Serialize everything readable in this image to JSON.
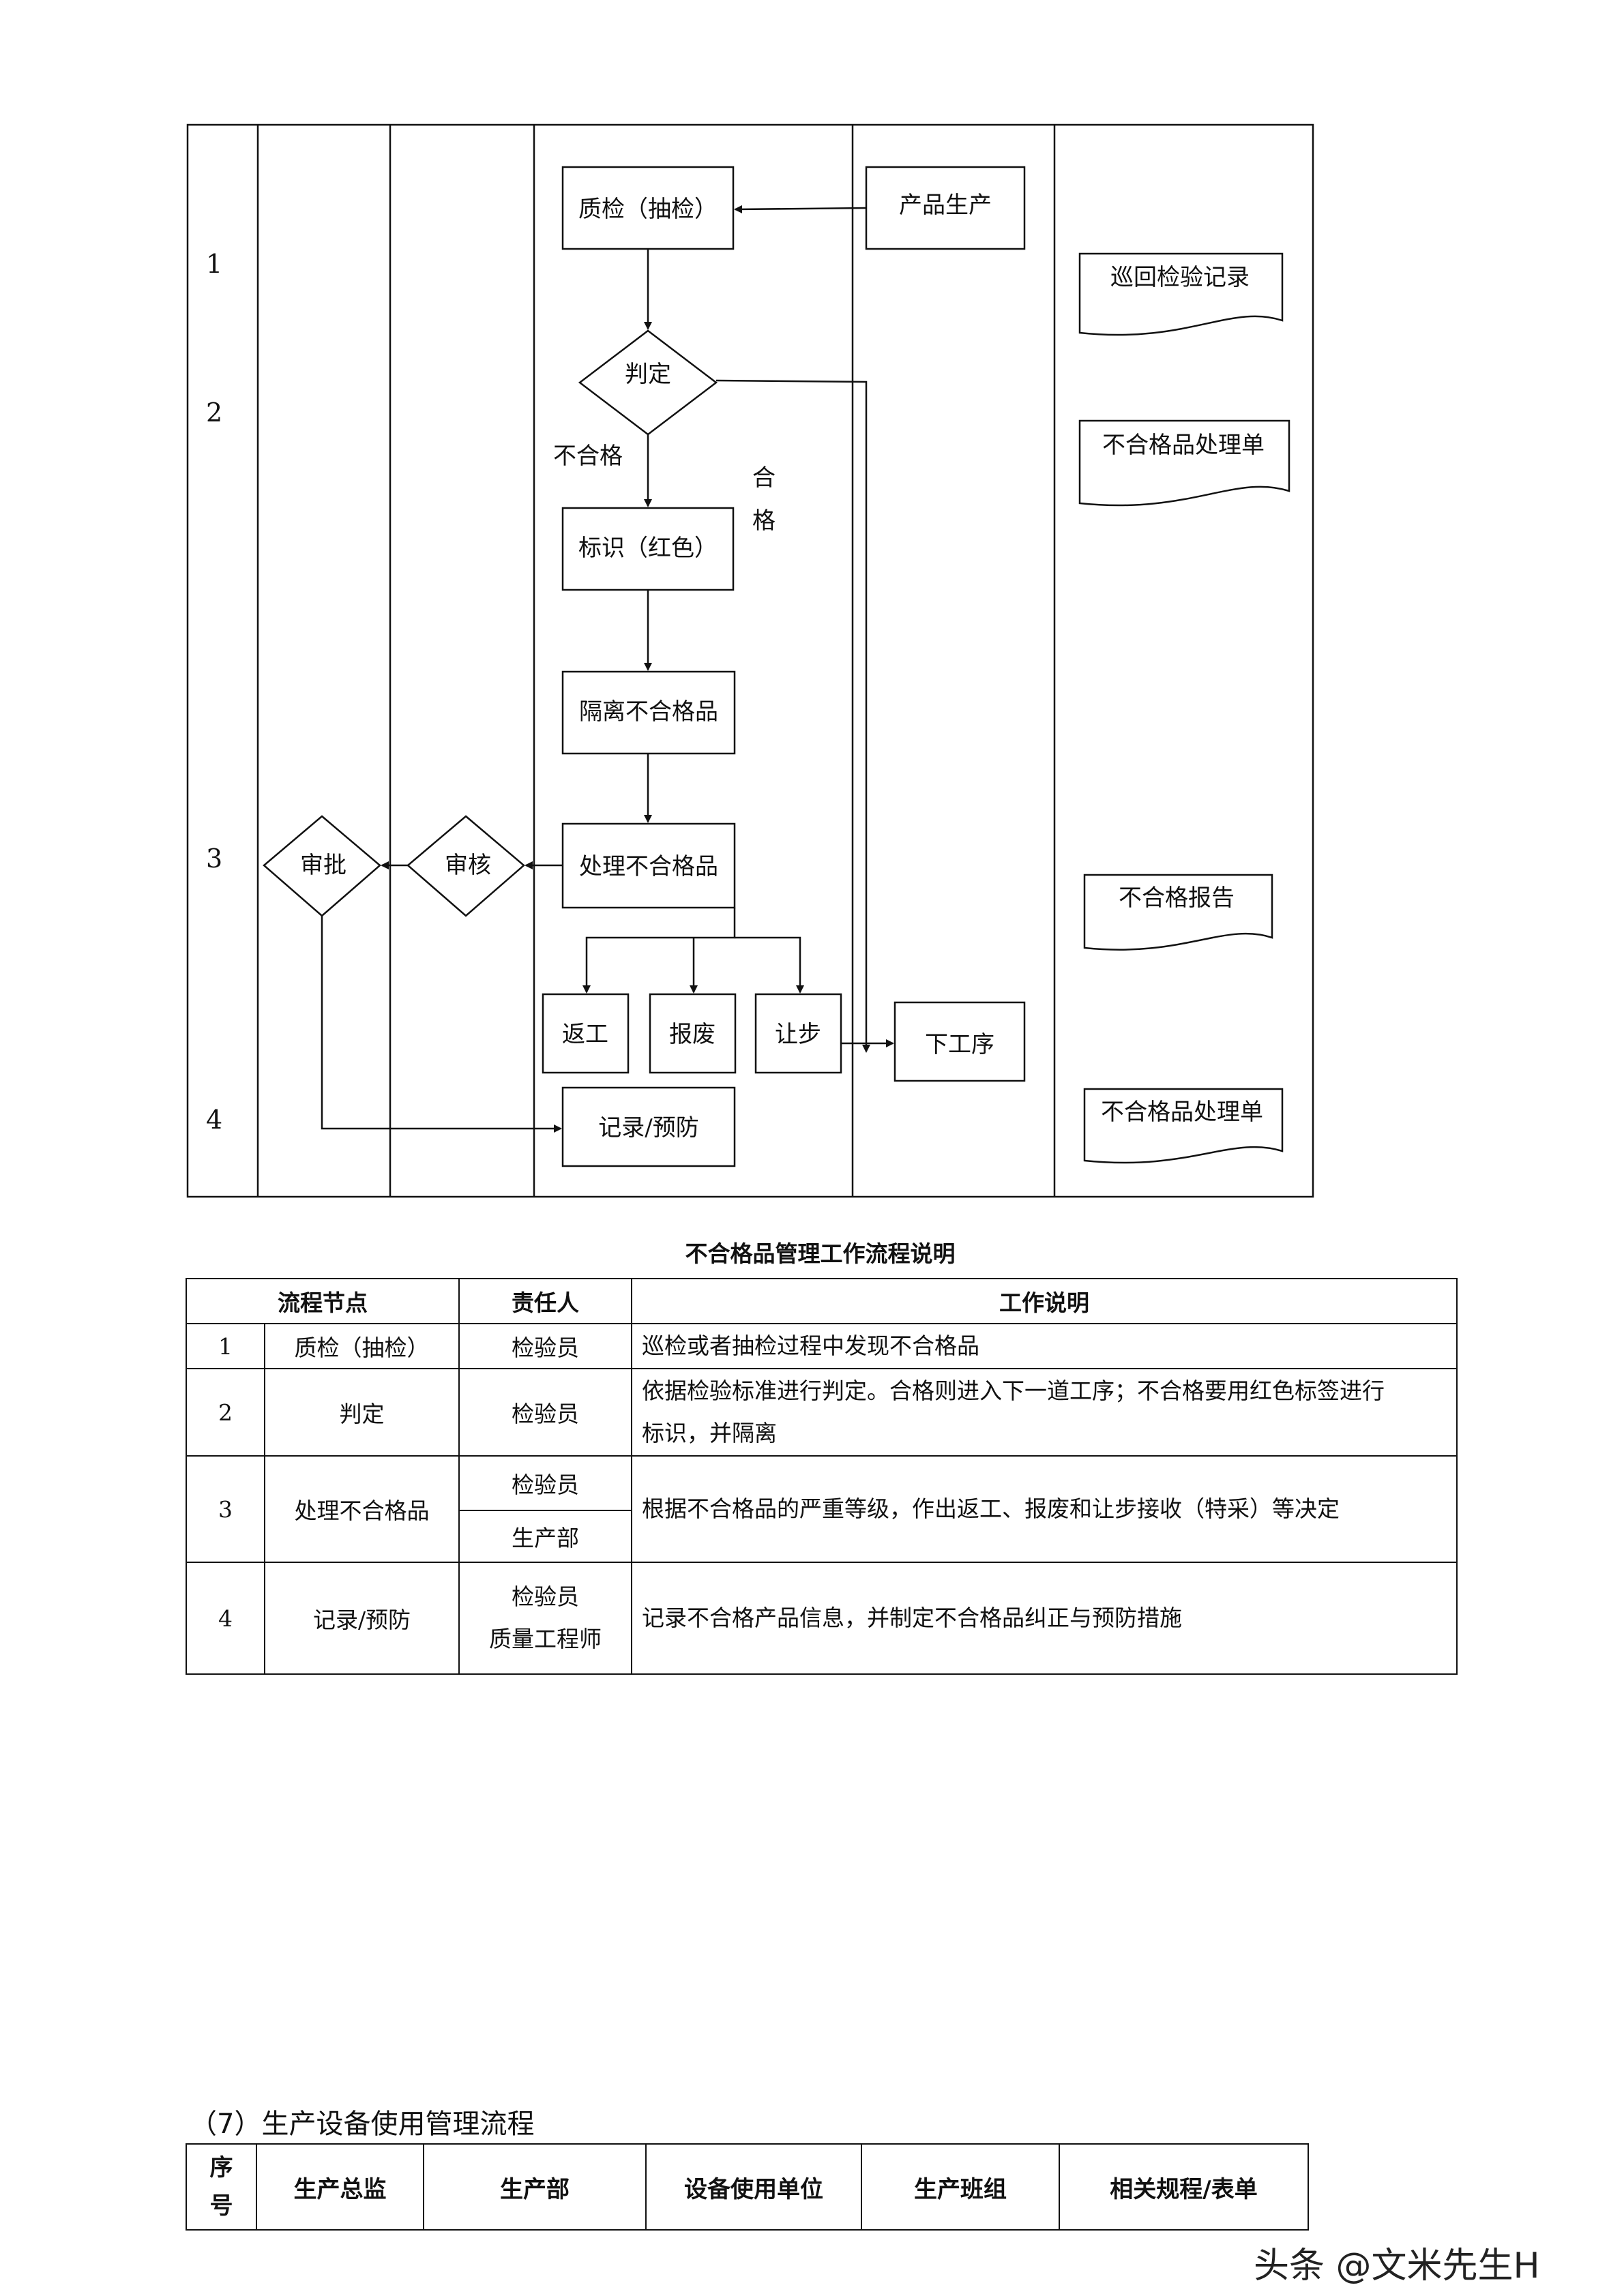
{
  "flowchart": {
    "row_numbers": [
      "1",
      "2",
      "3",
      "4"
    ],
    "nodes": {
      "production": "产品生产",
      "inspection": "质检（抽检）",
      "judge": "判定",
      "unqualified_label": "不合格",
      "qualified_label_1": "合",
      "qualified_label_2": "格",
      "mark_red": "标识（红色）",
      "isolate": "隔离不合格品",
      "handle": "处理不合格品",
      "review": "审核",
      "approve": "审批",
      "rework": "返工",
      "scrap": "报废",
      "concession": "让步",
      "next_process": "下工序",
      "record_prevent": "记录/预防"
    },
    "documents": {
      "patrol_record": "巡回检验记录",
      "handling_form_1": "不合格品处理单",
      "report": "不合格报告",
      "handling_form_2": "不合格品处理单"
    }
  },
  "description_table": {
    "caption": "不合格品管理工作流程说明",
    "headers": {
      "node": "流程节点",
      "responsible": "责任人",
      "description": "工作说明"
    },
    "rows": [
      {
        "no": "1",
        "node": "质检（抽检）",
        "responsible": [
          "检验员"
        ],
        "description": "巡检或者抽检过程中发现不合格品"
      },
      {
        "no": "2",
        "node": "判定",
        "responsible": [
          "检验员"
        ],
        "description_line1": "依据检验标准进行判定。合格则进入下一道工序；不合格要用红色标签进行",
        "description_line2": "标识，并隔离"
      },
      {
        "no": "3",
        "node": "处理不合格品",
        "responsible": [
          "检验员",
          "生产部"
        ],
        "description": "根据不合格品的严重等级，作出返工、报废和让步接收（特采）等决定"
      },
      {
        "no": "4",
        "node": "记录/预防",
        "responsible": [
          "检验员",
          "质量工程师"
        ],
        "description": "记录不合格产品信息，并制定不合格品纠正与预防措施"
      }
    ]
  },
  "section7": {
    "title": "（7）生产设备使用管理流程",
    "headers": {
      "seq_1": "序",
      "seq_2": "号",
      "director": "生产总监",
      "dept": "生产部",
      "unit": "设备使用单位",
      "team": "生产班组",
      "rules": "相关规程/表单"
    }
  },
  "watermark": "头条 @文米先生H"
}
